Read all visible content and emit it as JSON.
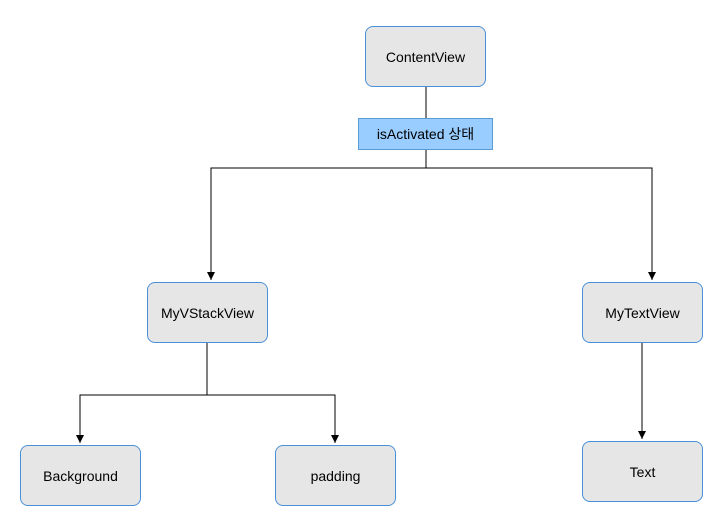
{
  "nodes": {
    "content_view": "ContentView",
    "my_vstack_view": "MyVStackView",
    "my_text_view": "MyTextView",
    "background": "Background",
    "padding": "padding",
    "text": "Text"
  },
  "edge_labels": {
    "state": "isActivated 상태"
  },
  "edges": [
    {
      "from": "ContentView",
      "to": "MyVStackView"
    },
    {
      "from": "ContentView",
      "to": "MyTextView"
    },
    {
      "from": "MyVStackView",
      "to": "Background"
    },
    {
      "from": "MyVStackView",
      "to": "padding"
    },
    {
      "from": "MyTextView",
      "to": "Text"
    }
  ],
  "colors": {
    "node_fill": "#e6e6e6",
    "node_border": "#4a90d9",
    "label_fill": "#99ccff",
    "label_border": "#5b9bd5",
    "edge": "#000000"
  }
}
